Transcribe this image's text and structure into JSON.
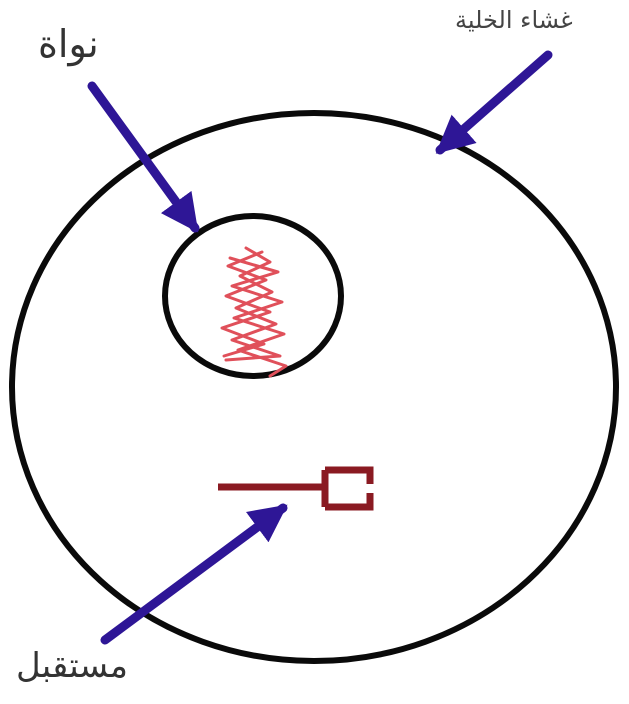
{
  "labels": {
    "nucleus": "نواة",
    "membrane": "غشاء الخلية",
    "receptor": "مستقبل"
  },
  "colors": {
    "outline": "#0a0a0a",
    "arrow": "#2e1696",
    "chromosome": "#e0505a",
    "receptor": "#8a1a22",
    "label_text": "#333333"
  }
}
